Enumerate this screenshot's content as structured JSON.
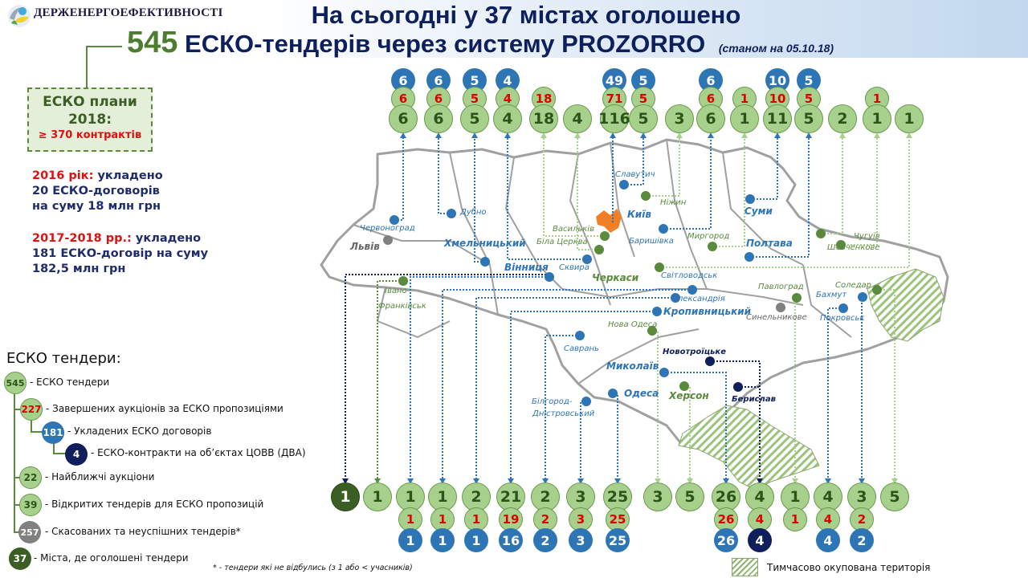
{
  "header": {
    "org_name": "ДЕРЖЕНЕРГОЕФЕКТИВНОСТІ",
    "title_line1": "На сьогодні у 37 містах оголошено",
    "title_count": "545",
    "title_line2": "ЕСКО-тендерів через систему PROZORRO",
    "date_note": "(станом на 05.10.18)"
  },
  "plan_box": {
    "line1": "ЕСКО плани",
    "line2": "2018:",
    "line3": "≥ 370 контрактів"
  },
  "stats": [
    {
      "highlight": "2016 рік:",
      "text": " укладено",
      "line2": "20 ЕСКО-договорів",
      "line3": "на суму 18 млн грн"
    },
    {
      "highlight": "2017-2018 рр.:",
      "text": " укладено",
      "line2": "181 ЕСКО-договір на суму",
      "line3": "182,5 млн грн"
    }
  ],
  "legend": {
    "title": "ЕСКО тендери:",
    "items": [
      {
        "value": "545",
        "label": "- ЕСКО тендери",
        "kind": "total"
      },
      {
        "value": "227",
        "label": "- Завершених аукціонів за ЕСКО пропозиціями",
        "kind": "done"
      },
      {
        "value": "181",
        "label": "- Укладених ЕСКО договорів",
        "kind": "signed"
      },
      {
        "value": "4",
        "label": "- ЕСКО-контракти на об’єктах ЦОВВ (ДВА)",
        "kind": "dva"
      },
      {
        "value": "22",
        "label": "- Найближчі аукціони",
        "kind": "total"
      },
      {
        "value": "39",
        "label": "- Відкритих тендерів для ЕСКО пропозицій",
        "kind": "total"
      },
      {
        "value": "257",
        "label": "- Скасованих та неуспішних тендерів*",
        "kind": "cancelled"
      },
      {
        "value": "37",
        "label": "- Міста, де оголошені тендери",
        "kind": "cities"
      }
    ],
    "footnote": "* - тендери які не відбулись (з 1 або < учасників)",
    "occupied_label": "Тимчасово окупована територія"
  },
  "colors": {
    "total_fill": "#a8d08d",
    "done_text": "#e00000",
    "signed_fill": "#2e75b6",
    "dva_fill": "#0f1f5c",
    "cancelled_fill": "#808080",
    "cities_fill": "#3a5e24",
    "title_navy": "#0d1f5c",
    "accent_green": "#4e7d2f"
  },
  "top_columns": [
    {
      "total": "6",
      "done": "6",
      "signed": "6"
    },
    {
      "total": "6",
      "done": "6",
      "signed": "6"
    },
    {
      "total": "5",
      "done": "5",
      "signed": "5"
    },
    {
      "total": "4",
      "done": "4",
      "signed": "4"
    },
    {
      "total": "18",
      "done": "18",
      "signed": null
    },
    {
      "total": "4",
      "done": null,
      "signed": null
    },
    {
      "total": "116",
      "done": "71",
      "signed": "49"
    },
    {
      "total": "5",
      "done": "5",
      "signed": "5"
    },
    {
      "total": "3",
      "done": null,
      "signed": null
    },
    {
      "total": "6",
      "done": "6",
      "signed": "6"
    },
    {
      "total": "1",
      "done": "1",
      "signed": null
    },
    {
      "total": "11",
      "done": "10",
      "signed": "10"
    },
    {
      "total": "5",
      "done": "5",
      "signed": "5"
    },
    {
      "total": "2",
      "done": null,
      "signed": null
    },
    {
      "total": "1",
      "done": "1",
      "signed": null
    },
    {
      "total": "1",
      "done": null,
      "signed": null
    }
  ],
  "bottom_columns": [
    {
      "total": "1",
      "done": null,
      "signed": null,
      "dark": true
    },
    {
      "total": "1",
      "done": null,
      "signed": null
    },
    {
      "total": "1",
      "done": "1",
      "signed": "1"
    },
    {
      "total": "1",
      "done": "1",
      "signed": "1"
    },
    {
      "total": "2",
      "done": "1",
      "signed": "1"
    },
    {
      "total": "21",
      "done": "19",
      "signed": "16"
    },
    {
      "total": "2",
      "done": "2",
      "signed": "2"
    },
    {
      "total": "3",
      "done": "3",
      "signed": "3"
    },
    {
      "total": "25",
      "done": "25",
      "signed": "25"
    },
    {
      "total": "3",
      "done": null,
      "signed": null
    },
    {
      "total": "5",
      "done": null,
      "signed": null
    },
    {
      "total": "26",
      "done": "26",
      "signed": "26"
    },
    {
      "total": "4",
      "done": "4",
      "signed": "4",
      "signed_dva": true
    },
    {
      "total": "1",
      "done": "1",
      "signed": null
    },
    {
      "total": "4",
      "done": "4",
      "signed": "4"
    },
    {
      "total": "3",
      "done": "2",
      "signed": "2"
    },
    {
      "total": "5",
      "done": null,
      "signed": null
    }
  ],
  "cities": [
    {
      "name": "Червоноград",
      "color": "blue"
    },
    {
      "name": "Дубно",
      "color": "blue"
    },
    {
      "name": "Львів",
      "color": "gray",
      "big": true
    },
    {
      "name": "Хмельницький",
      "color": "blue",
      "big": true
    },
    {
      "name": "Вінниця",
      "color": "blue",
      "big": true
    },
    {
      "name": "Васильків",
      "color": "green"
    },
    {
      "name": "Біла Церква",
      "color": "green"
    },
    {
      "name": "Сквира",
      "color": "blue"
    },
    {
      "name": "Славутич",
      "color": "blue"
    },
    {
      "name": "Ніжин",
      "color": "green"
    },
    {
      "name": "Київ",
      "color": "blue",
      "big": true
    },
    {
      "name": "Баришівка",
      "color": "blue"
    },
    {
      "name": "Миргород",
      "color": "green"
    },
    {
      "name": "Суми",
      "color": "blue",
      "big": true
    },
    {
      "name": "Полтава",
      "color": "blue",
      "big": true
    },
    {
      "name": "Чугуїв",
      "color": "green"
    },
    {
      "name": "Шевченкове",
      "color": "green"
    },
    {
      "name": "Черкаси",
      "color": "green",
      "big": true
    },
    {
      "name": "Світловодськ",
      "color": "blue"
    },
    {
      "name": "Олександрія",
      "color": "blue"
    },
    {
      "name": "Кропивницький",
      "color": "blue",
      "big": true
    },
    {
      "name": "Івано-",
      "color": "green"
    },
    {
      "name": "Франківськ",
      "color": "green"
    },
    {
      "name": "Нова Одеса",
      "color": "green"
    },
    {
      "name": "Саврань",
      "color": "blue"
    },
    {
      "name": "Новотроїцьке",
      "color": "navy"
    },
    {
      "name": "Миколаїв",
      "color": "blue",
      "big": true
    },
    {
      "name": "Одеса",
      "color": "blue",
      "big": true
    },
    {
      "name": "Херсон",
      "color": "green",
      "big": true
    },
    {
      "name": "Берислав",
      "color": "navy"
    },
    {
      "name": "Білгород-",
      "color": "blue"
    },
    {
      "name": "Дністровський",
      "color": "blue"
    },
    {
      "name": "Павлоград",
      "color": "green"
    },
    {
      "name": "Синельникове",
      "color": "gray"
    },
    {
      "name": "Соледар",
      "color": "green"
    },
    {
      "name": "Бахмут",
      "color": "blue"
    },
    {
      "name": "Покровськ",
      "color": "blue"
    }
  ]
}
